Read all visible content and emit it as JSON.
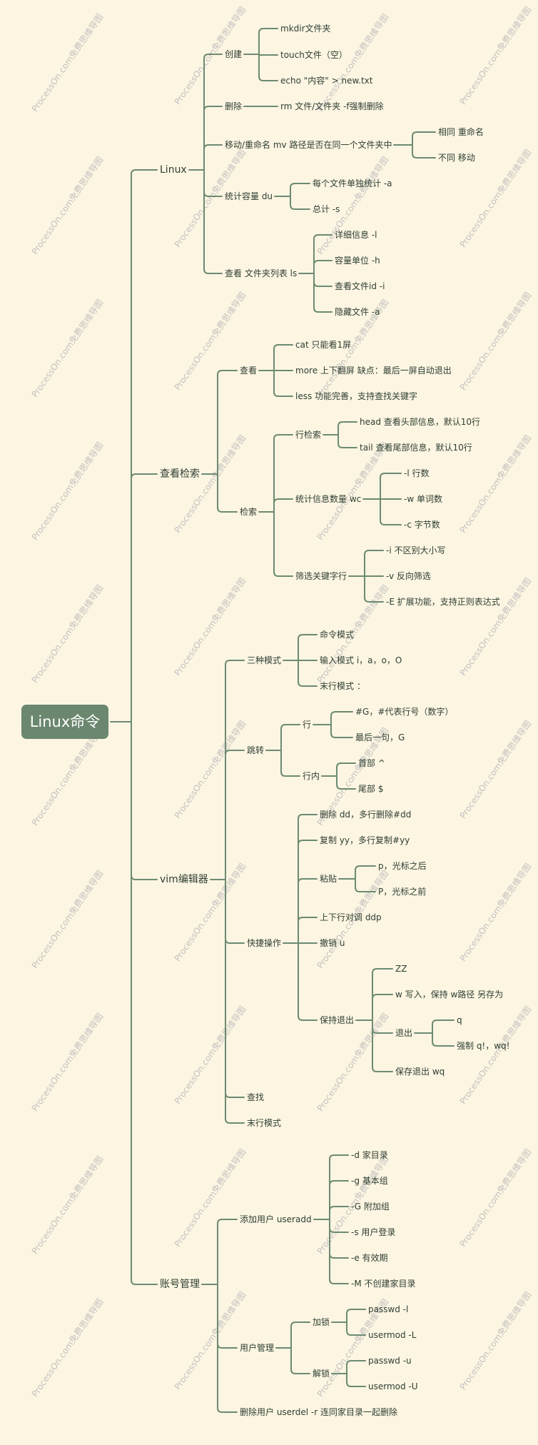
{
  "colors": {
    "background": "#fcf5e2",
    "root_fill": "#6b876f",
    "edge": "#6c8a72",
    "text": "#2f3f33",
    "watermark": "#b9b9b9"
  },
  "watermark": "ProcessOn.com免费思维导图",
  "root": "Linux命令",
  "branches": {
    "linux": {
      "label": "Linux",
      "create": {
        "label": "创建",
        "items": [
          "mkdir文件夹",
          "touch文件（空）",
          "echo \"内容\" > new.txt"
        ]
      },
      "delete": {
        "label": "删除",
        "item": "rm 文件/文件夹        -f强制删除"
      },
      "move": {
        "label": "移动/重命名   mv  路径是否在同一个文件夹中",
        "items": [
          "相同 重命名",
          "不同 移动"
        ]
      },
      "du": {
        "label": "统计容量 du",
        "items": [
          "每个文件单独统计     -a",
          "总计    -s"
        ]
      },
      "ls": {
        "label": "查看 文件夹列表 ls",
        "items": [
          "详细信息 -l",
          "容量单位 -h",
          "查看文件id  -i",
          "隐藏文件  -a"
        ]
      }
    },
    "search": {
      "label": "查看检索",
      "view": {
        "label": "查看",
        "items": [
          "cat  只能看1屏",
          "more  上下翻屏  缺点：最后一屏自动退出",
          "less 功能完善，支持查找关键字"
        ]
      },
      "retrieve": {
        "label": "检索",
        "line": {
          "label": "行检索",
          "items": [
            "head      查看头部信息，默认10行",
            "tail    查看尾部信息，默认10行"
          ]
        },
        "wc": {
          "label": "统计信息数量   wc",
          "items": [
            "-l 行数",
            "-w 单词数",
            "-c 字节数"
          ]
        },
        "grep": {
          "label": "筛选关键字行",
          "items": [
            "-i 不区别大小写",
            "-v 反向筛选",
            "-E 扩展功能，支持正则表达式"
          ]
        }
      }
    },
    "vim": {
      "label": "vim编辑器",
      "modes": {
        "label": "三种模式",
        "items": [
          "命令模式",
          "输入模式  i，a，o，O",
          "末行模式  ："
        ]
      },
      "jump": {
        "label": "跳转",
        "line": {
          "label": "行",
          "items": [
            "#G，#代表行号（数字）",
            "最后一句，G"
          ]
        },
        "inline": {
          "label": "行内",
          "items": [
            "首部   ^",
            "尾部    $"
          ]
        }
      },
      "shortcuts": {
        "label": "快捷操作",
        "delete": "删除     dd，多行删除#dd",
        "copy": "复制      yy，多行复制#yy",
        "paste": {
          "label": "粘贴",
          "items": [
            "p，光标之后",
            "P，光标之前"
          ]
        },
        "swap": "上下行对调    ddp",
        "undo": "撤销    u",
        "save": {
          "label": "保持退出",
          "zz": "ZZ",
          "w": "w 写入，保持     w路径 另存为",
          "quit": {
            "label": "退出",
            "items": [
              "q",
              "强制  q!，wq!"
            ]
          },
          "wq": "保存退出 wq"
        }
      },
      "find": "查找",
      "lastline": "末行模式"
    },
    "account": {
      "label": "账号管理",
      "add": {
        "label": "添加用户   useradd",
        "items": [
          "-d 家目录",
          "-g 基本组",
          "-G 附加组",
          "-s 用户登录",
          "-e 有效期",
          "-M 不创建家目录"
        ]
      },
      "manage": {
        "label": "用户管理",
        "lock": {
          "label": "加锁",
          "items": [
            "passwd -l",
            "usermod -L"
          ]
        },
        "unlock": {
          "label": "解锁",
          "items": [
            "passwd -u",
            "usermod -U"
          ]
        }
      },
      "del": "删除用户   userdel    -r 连同家目录一起删除"
    }
  }
}
